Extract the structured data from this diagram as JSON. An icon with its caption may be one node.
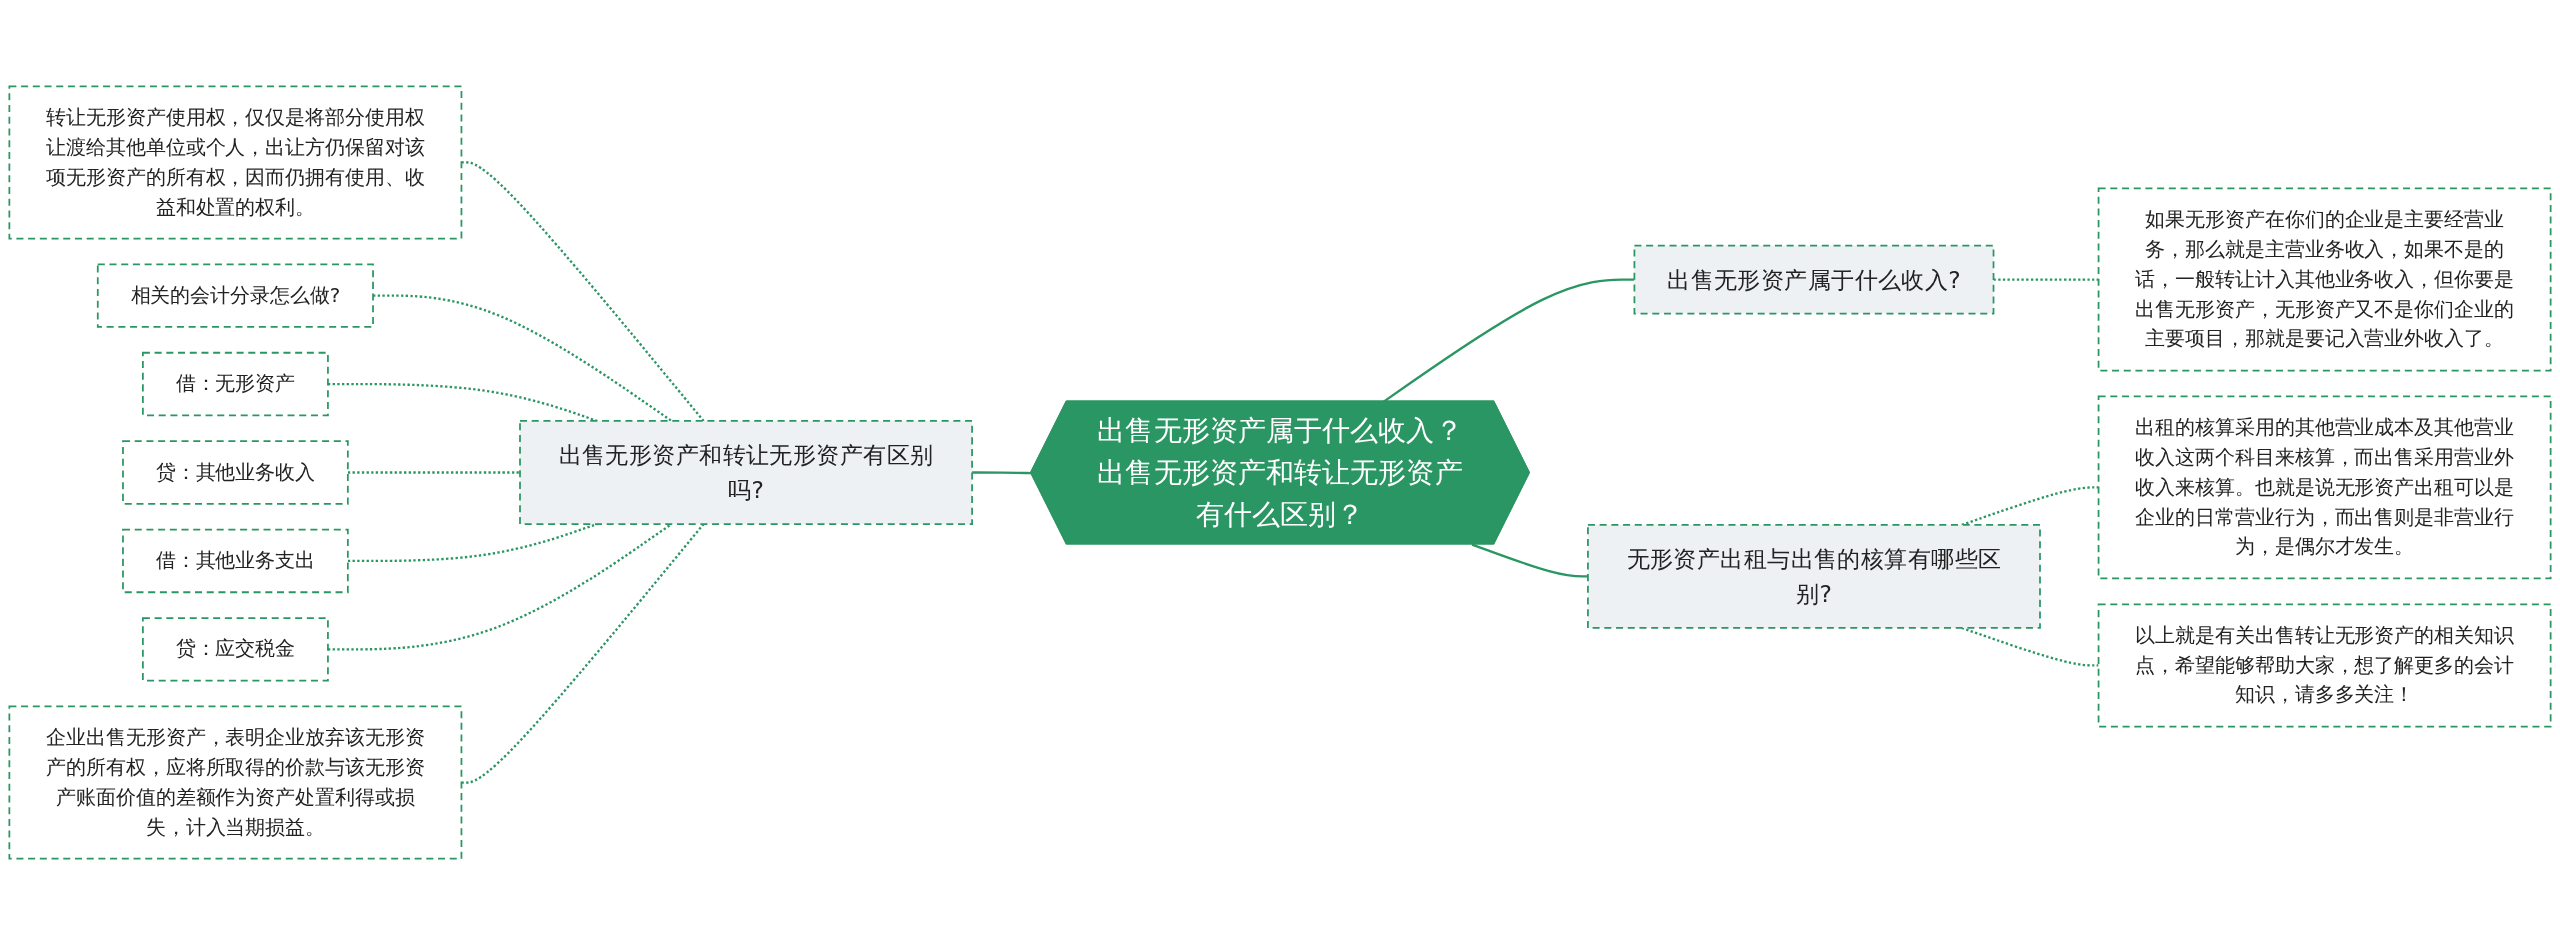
{
  "diagram": {
    "nodes": [
      {
        "text": [
          "出售无形资产属于什么收入？出售无形资产和转让无形资产有什么区别？"
        ]
      },
      {
        "text": [
          "出售无形资产属于什么收入?"
        ]
      },
      {
        "text": [
          "如果无形资产在你们的企业是主要经营业务，那么就是主营业务收入，如果不是的话，一般转让计入其他业务收入，但你要是出售无形资产，无形资产又不是你们企业的主要项目，那就是要记入营业外收入了。"
        ]
      },
      {
        "text": [
          "无形资产出租与出售的核算有哪些区别?"
        ]
      },
      {
        "text": [
          "出租的核算采用的其他营业成本及其他营业收入这两个科目来核算，而出售采用营业外收入来核算。也就是说无形资产出租可以是企业的日常营业行为，而出售则是非营业行为，是偶尔才发生。"
        ]
      },
      {
        "text": [
          "以上就是有关出售转让无形资产的相关知识点，希望能够帮助大家，想了解更多的会计知识，请多多关注！"
        ]
      },
      {
        "text": [
          "出售无形资产和转让无形资产有区别吗?"
        ]
      },
      {
        "text": [
          "转让无形资产使用权，仅仅是将部分使用权让渡给其他单位或个人，出让方仍保留对该项无形资产的所有权，因而仍拥有使用、收益和处置的权利。"
        ]
      },
      {
        "text": [
          "相关的会计分录怎么做?"
        ]
      },
      {
        "text": [
          "借：无形资产"
        ]
      },
      {
        "text": [
          "贷：其他业务收入"
        ]
      },
      {
        "text": [
          "借：其他业务支出"
        ]
      },
      {
        "text": [
          "贷：应交税金"
        ]
      },
      {
        "text": [
          "企业出售无形资产，表明企业放弃该无形资产的所有权，应将所取得的价款与该无形资产账面价值的差额作为资产处置利得或损失，计入当期损益。"
        ]
      }
    ],
    "edges": [
      {
        "from": 0,
        "to": 1,
        "arrow": "none"
      },
      {
        "from": 1,
        "to": 2,
        "arrow": "none",
        "style": "dashed"
      },
      {
        "from": 0,
        "to": 3,
        "arrow": "none"
      },
      {
        "from": 3,
        "to": 4,
        "arrow": "none",
        "style": "dashed"
      },
      {
        "from": 3,
        "to": 5,
        "arrow": "none",
        "style": "dashed"
      },
      {
        "from": 0,
        "to": 6,
        "arrow": "none"
      },
      {
        "from": 6,
        "to": 7,
        "arrow": "none",
        "style": "dashed"
      },
      {
        "from": 6,
        "to": 8,
        "arrow": "none",
        "style": "dashed"
      },
      {
        "from": 6,
        "to": 9,
        "arrow": "none",
        "style": "dashed"
      },
      {
        "from": 6,
        "to": 10,
        "arrow": "none",
        "style": "dashed"
      },
      {
        "from": 6,
        "to": 11,
        "arrow": "none",
        "style": "dashed"
      },
      {
        "from": 6,
        "to": 12,
        "arrow": "none",
        "style": "dashed"
      },
      {
        "from": 6,
        "to": 13,
        "arrow": "none",
        "style": "dashed"
      }
    ]
  }
}
